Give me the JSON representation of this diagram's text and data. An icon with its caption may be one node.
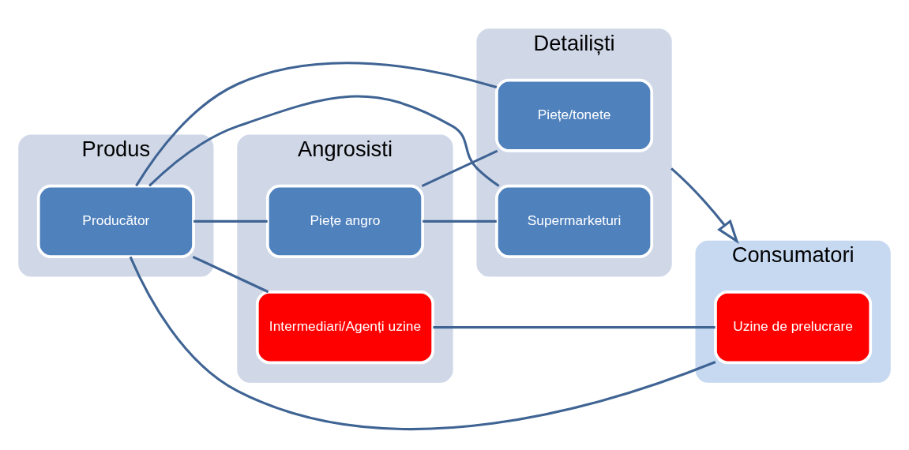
{
  "diagram": {
    "nodes": [
      {
        "text": [
          "Produs"
        ]
      },
      {
        "text": [
          "Producător"
        ],
        "in": 0
      },
      {
        "text": [
          "Angrosisti"
        ]
      },
      {
        "text": [
          "Piețe angro"
        ],
        "in": 2
      },
      {
        "text": [
          "Intermediari/Agenți uzine"
        ],
        "in": 2
      },
      {
        "text": [
          "Detailiști"
        ]
      },
      {
        "text": [
          "Piețe/tonete"
        ],
        "in": 5
      },
      {
        "text": [
          "Supermarketuri"
        ],
        "in": 5
      },
      {
        "text": [
          "Consumatori"
        ]
      },
      {
        "text": [
          "Uzine de prelucrare"
        ],
        "in": 8
      }
    ],
    "edges": [
      {
        "from": 1,
        "to": 3,
        "arrow": "none"
      },
      {
        "from": 1,
        "to": 6,
        "arrow": "none"
      },
      {
        "from": 1,
        "to": 7,
        "arrow": "none"
      },
      {
        "from": 1,
        "to": 9,
        "arrow": "none"
      },
      {
        "from": 1,
        "to": 4,
        "arrow": "none"
      },
      {
        "from": 3,
        "to": 6,
        "arrow": "none"
      },
      {
        "from": 3,
        "to": 7,
        "arrow": "none"
      },
      {
        "from": 4,
        "to": 9,
        "arrow": "none"
      },
      {
        "from": 5,
        "to": 8,
        "arrow": "to"
      }
    ]
  }
}
